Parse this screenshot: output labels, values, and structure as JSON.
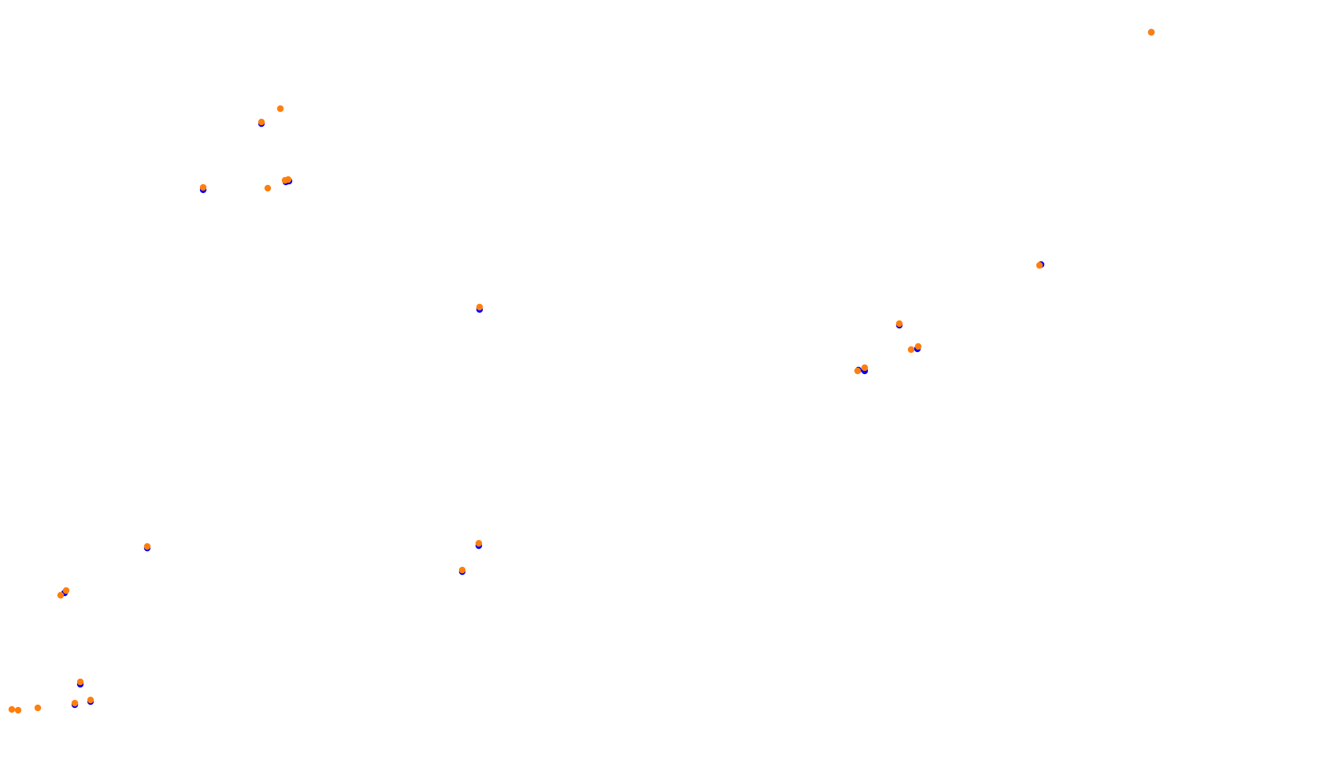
{
  "chart_data": {
    "type": "scatter",
    "title": "",
    "xlabel": "",
    "ylabel": "",
    "grid": false,
    "axes_visible": false,
    "series": [
      {
        "color": "#0000ff",
        "points": [
          [
            1462,
            41
          ],
          [
            332,
            157
          ],
          [
            258,
            241
          ],
          [
            363,
            231
          ],
          [
            367,
            230
          ],
          [
            609,
            393
          ],
          [
            1322,
            336
          ],
          [
            1142,
            413
          ],
          [
            1165,
            443
          ],
          [
            1090,
            470
          ],
          [
            1098,
            471
          ],
          [
            187,
            696
          ],
          [
            82,
            753
          ],
          [
            608,
            693
          ],
          [
            587,
            726
          ],
          [
            102,
            869
          ],
          [
            95,
            895
          ],
          [
            115,
            891
          ]
        ]
      },
      {
        "color": "#ff7f0e",
        "points": [
          [
            1462,
            41
          ],
          [
            356,
            138
          ],
          [
            332,
            155
          ],
          [
            258,
            238
          ],
          [
            340,
            239
          ],
          [
            362,
            229
          ],
          [
            366,
            228
          ],
          [
            609,
            390
          ],
          [
            1320,
            337
          ],
          [
            1142,
            411
          ],
          [
            1157,
            444
          ],
          [
            1166,
            440
          ],
          [
            1089,
            471
          ],
          [
            1098,
            467
          ],
          [
            187,
            694
          ],
          [
            77,
            756
          ],
          [
            84,
            750
          ],
          [
            608,
            690
          ],
          [
            587,
            724
          ],
          [
            102,
            866
          ],
          [
            95,
            893
          ],
          [
            115,
            889
          ],
          [
            15,
            901
          ],
          [
            23,
            902
          ],
          [
            48,
            899
          ]
        ]
      }
    ]
  }
}
